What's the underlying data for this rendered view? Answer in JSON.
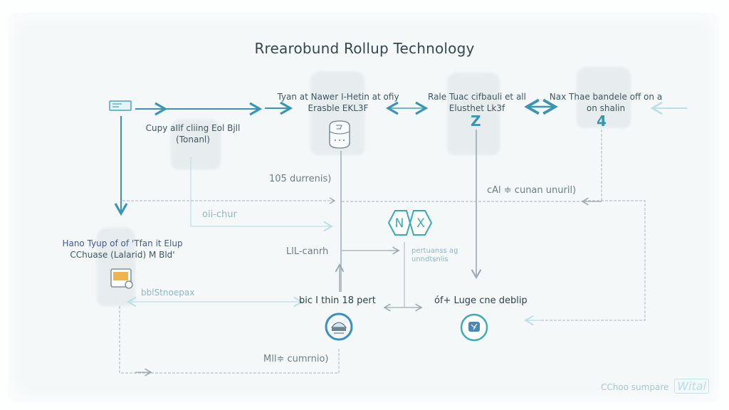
{
  "diagram": {
    "title": "Rrearobund Rollup Technology",
    "nodes": [
      {
        "id": "client",
        "icon": "terminal-card-icon"
      },
      {
        "id": "node-a",
        "label_line1": "Cupy aIlf cliing Eol Bjll",
        "label_line2": "(Tonanl)"
      },
      {
        "id": "node-b",
        "label_line1": "Tyan at Nawer I-Hetin at ofiy",
        "label_line2": "Erasble EKL3F",
        "icon": "database-cylinder-icon"
      },
      {
        "id": "node-c",
        "label_line1": "Rale Tuac cifbauli et all",
        "label_line2": "Elusthet Lk3f",
        "badge": "Z"
      },
      {
        "id": "node-d",
        "label_line1": "Nax Thae bandele off on a",
        "label_line2": "on shalin",
        "badge": "4"
      },
      {
        "id": "node-e",
        "label_line1": "Hano Tyup of of 'Tfan it Elup",
        "label_line2": "CChuase (Lalarid) M Bld'",
        "icon": "wallet-card-icon"
      },
      {
        "id": "node-nx",
        "icon_letters": [
          "N",
          "X"
        ]
      },
      {
        "id": "node-f",
        "label": "bic I thin 18 pert",
        "icon": "ship-badge-icon"
      },
      {
        "id": "node-g",
        "label": "óf+ Luge cne deblip",
        "icon": "chat-badge-icon"
      }
    ],
    "edge_labels": {
      "e1": "105 durrenis)",
      "e2": "oii-chur",
      "e3": "cAl ≑ cunan unuril)",
      "e4": "LlL-canrh",
      "e5": "pertuanss ag",
      "e6": "unndtsnlis",
      "e7": "bblStnoepax",
      "e8": "Mll≑ cumrnio)"
    },
    "footer": {
      "text": "CChoo sumpare",
      "logo": "Wital"
    },
    "colors": {
      "accent": "#3b95b0",
      "line": "#9aa9b0",
      "faint_line": "#bfdfe7",
      "nx_hex": "#3aa9b4",
      "orange": "#f0b54a"
    }
  }
}
